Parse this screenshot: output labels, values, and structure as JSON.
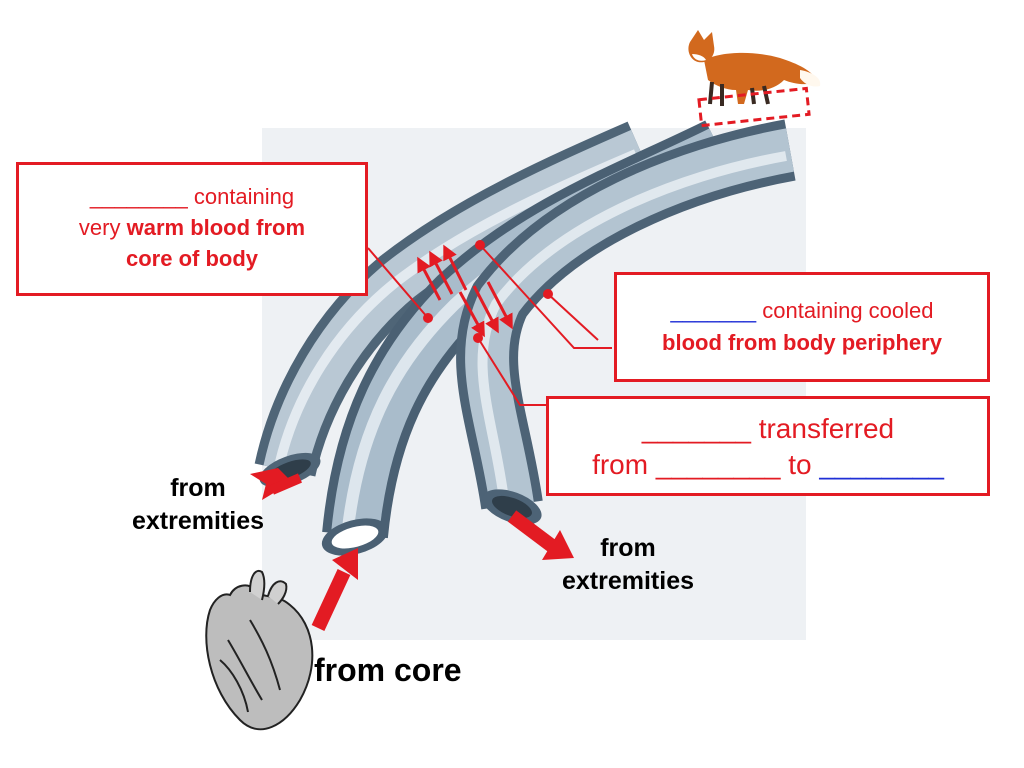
{
  "box_warm": {
    "blank": "________",
    "text1": " containing",
    "text2": "very ",
    "bold2": "warm blood from",
    "bold3": "core of body"
  },
  "box_cooled": {
    "blank": "_______",
    "text1": " containing cooled",
    "bold2": "blood from body periphery"
  },
  "box_transfer": {
    "blank1": "_______",
    "text1": " transferred",
    "text2a": "from ",
    "blank2": "________",
    "text2b": " to ",
    "blank3": "________"
  },
  "labels": {
    "from_extremities_left_1": "from",
    "from_extremities_left_2": "extremities",
    "from_extremities_right_1": "from",
    "from_extremities_right_2": "extremities",
    "from_core": "from core"
  },
  "colors": {
    "accent_red": "#e31b23",
    "blank_blue": "#1f2fd6",
    "vessel": "#9fb3c4",
    "vessel_dark": "#5d7386"
  }
}
